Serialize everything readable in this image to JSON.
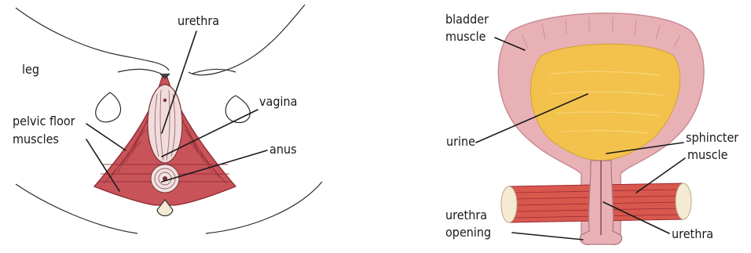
{
  "left_figure": {
    "labels": {
      "leg": "leg",
      "urethra": "urethra",
      "vagina": "vagina",
      "anus": "anus",
      "pelvic_line1": "pelvic floor",
      "pelvic_line2": "muscles"
    }
  },
  "right_figure": {
    "labels": {
      "bladder_line1": "bladder",
      "bladder_line2": "muscle",
      "urine": "urine",
      "sphincter_line1": "sphincter",
      "sphincter_line2": "muscle",
      "urethra_opening_line1": "urethra",
      "urethra_opening_line2": "opening",
      "urethra": "urethra"
    }
  },
  "colors": {
    "muscle_red": "#c8545a",
    "muscle_dark": "#9e2c33",
    "bladder_pink": "#e8b1b6",
    "bladder_edge": "#c98c93",
    "urine_yellow": "#f2c24c",
    "urine_light": "#f7d77a",
    "bone_cream": "#f5ead2"
  }
}
